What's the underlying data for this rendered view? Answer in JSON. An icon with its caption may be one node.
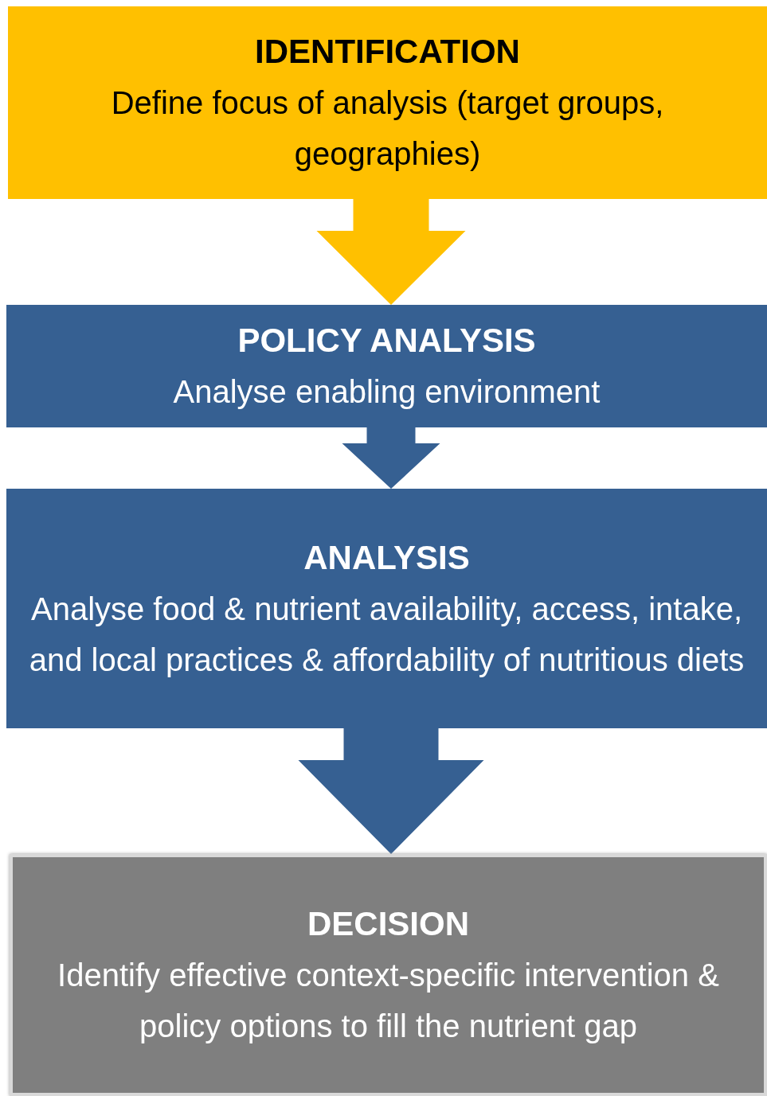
{
  "diagram": {
    "nodes": [
      {
        "text": [
          "IDENTIFICATION",
          "Define focus of analysis (target groups, geographies)"
        ]
      },
      {
        "text": [
          "POLICY ANALYSIS",
          "Analyse enabling environment"
        ]
      },
      {
        "text": [
          "ANALYSIS",
          "Analyse food & nutrient availability, access, intake, and local practices & affordability of nutritious diets"
        ]
      },
      {
        "text": [
          "DECISION",
          "Identify effective context-specific intervention & policy options to fill the nutrient gap"
        ]
      }
    ],
    "edges": [
      {
        "from": 0,
        "to": 1,
        "arrow": "to",
        "color": "#ffc000"
      },
      {
        "from": 1,
        "to": 2,
        "arrow": "to"
      },
      {
        "from": 2,
        "to": 3,
        "arrow": "to"
      }
    ]
  }
}
